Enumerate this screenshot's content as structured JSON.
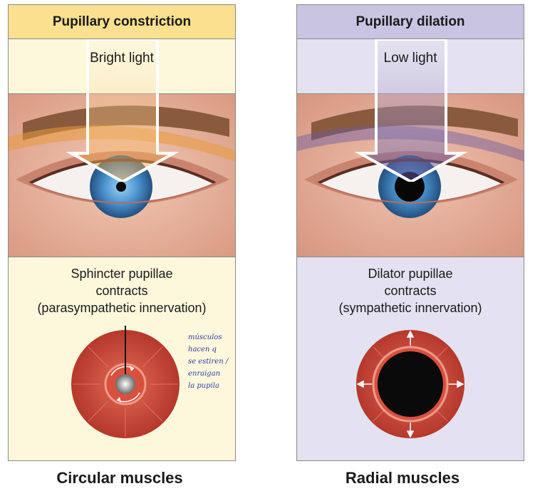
{
  "left_panel": {
    "title": "Pupillary constriction",
    "light_label": "Bright light",
    "description": [
      "Sphincter pupillae",
      "contracts",
      "(parasympathetic innervation)"
    ],
    "handwritten_note": [
      "músculos",
      "hacen q",
      "se estiren /",
      "enraigan",
      "la pupila"
    ],
    "caption": "Circular muscles"
  },
  "right_panel": {
    "title": "Pupillary dilation",
    "light_label": "Low light",
    "description": [
      "Dilator pupillae",
      "contracts",
      "(sympathetic innervation)"
    ],
    "caption": "Radial muscles"
  },
  "colors": {
    "left_header": "#fbe08f",
    "left_background": "#fdf7dc",
    "right_header": "#c9c4e2",
    "right_background": "#e4e1f0",
    "muscle": "#c9473a",
    "iris": "#3f86c4",
    "handwriting": "#3140a6"
  }
}
